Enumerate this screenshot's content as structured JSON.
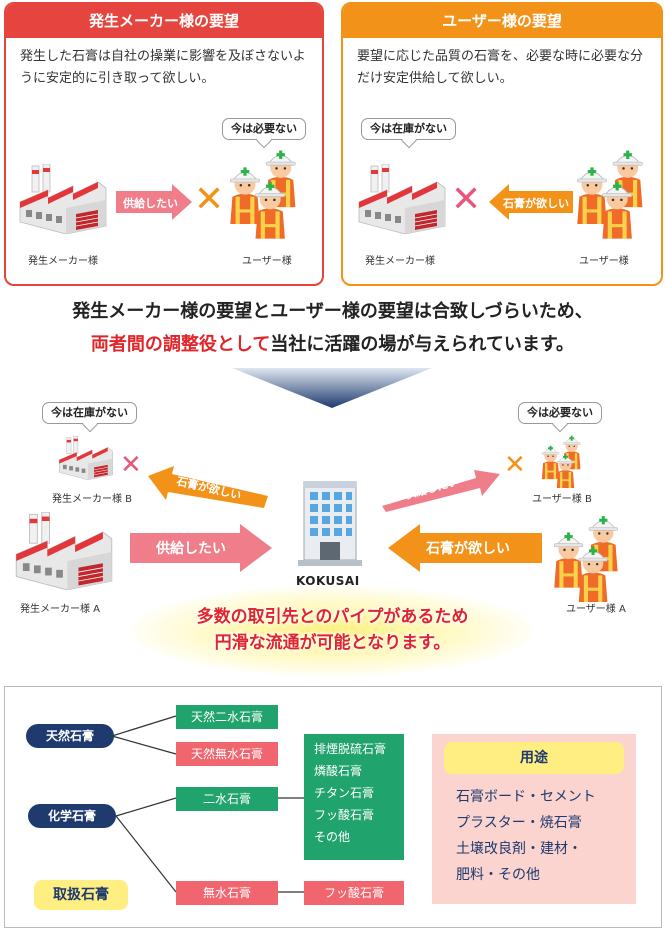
{
  "panel_left": {
    "title": "発生メーカー様の要望",
    "text": "発生した石膏は自社の操業に影響を及ぼさないように安定的に引き取って欲しい。",
    "bubble": "今は必要ない",
    "arrow_label": "供給したい",
    "factory_caption": "発生メーカー様",
    "user_caption": "ユーザー様",
    "color": "#e6443f"
  },
  "panel_right": {
    "title": "ユーザー様の要望",
    "text": "要望に応じた品質の石膏を、必要な時に必要な分だけ安定供給して欲しい。",
    "bubble": "今は在庫がない",
    "arrow_label": "石膏が欲しい",
    "factory_caption": "発生メーカー様",
    "user_caption": "ユーザー様",
    "color": "#f39219"
  },
  "headline": {
    "line1": "発生メーカー様の要望とユーザー様の要望は合致しづらいため、",
    "line2_red": "両者間の調整役として",
    "line2_rest": "当社に活躍の場が与えられています。"
  },
  "middle": {
    "bubble_b_factory": "今は在庫がない",
    "bubble_b_user": "今は必要ない",
    "factory_b": "発生メーカー様 B",
    "factory_a": "発生メーカー様 A",
    "user_b": "ユーザー様 B",
    "user_a": "ユーザー様 A",
    "arrow_want_b": "石膏が欲しい",
    "arrow_supply_b": "供給したい",
    "arrow_supply_a": "供給したい",
    "arrow_want_a": "石膏が欲しい",
    "company": "KOKUSAI",
    "glow_line1": "多数の取引先とのパイプがあるため",
    "glow_line2": "円滑な流通が可能となります。"
  },
  "gypsum": {
    "natural": "天然石膏",
    "chemical": "化学石膏",
    "natural_types": [
      "天然二水石膏",
      "天然無水石膏"
    ],
    "dihydrate": "二水石膏",
    "anhydrous": "無水石膏",
    "chemical_list": [
      "排煙脱硫石膏",
      "燐酸石膏",
      "チタン石膏",
      "フッ酸石膏",
      "その他"
    ],
    "anhydrous_child": "フッ酸石膏",
    "label": "取扱石膏",
    "usage_title": "用途",
    "usage_items": [
      "石膏ボード・セメント",
      "プラスター・焼石膏",
      "土壌改良剤・建材・",
      "肥料・その他"
    ]
  }
}
